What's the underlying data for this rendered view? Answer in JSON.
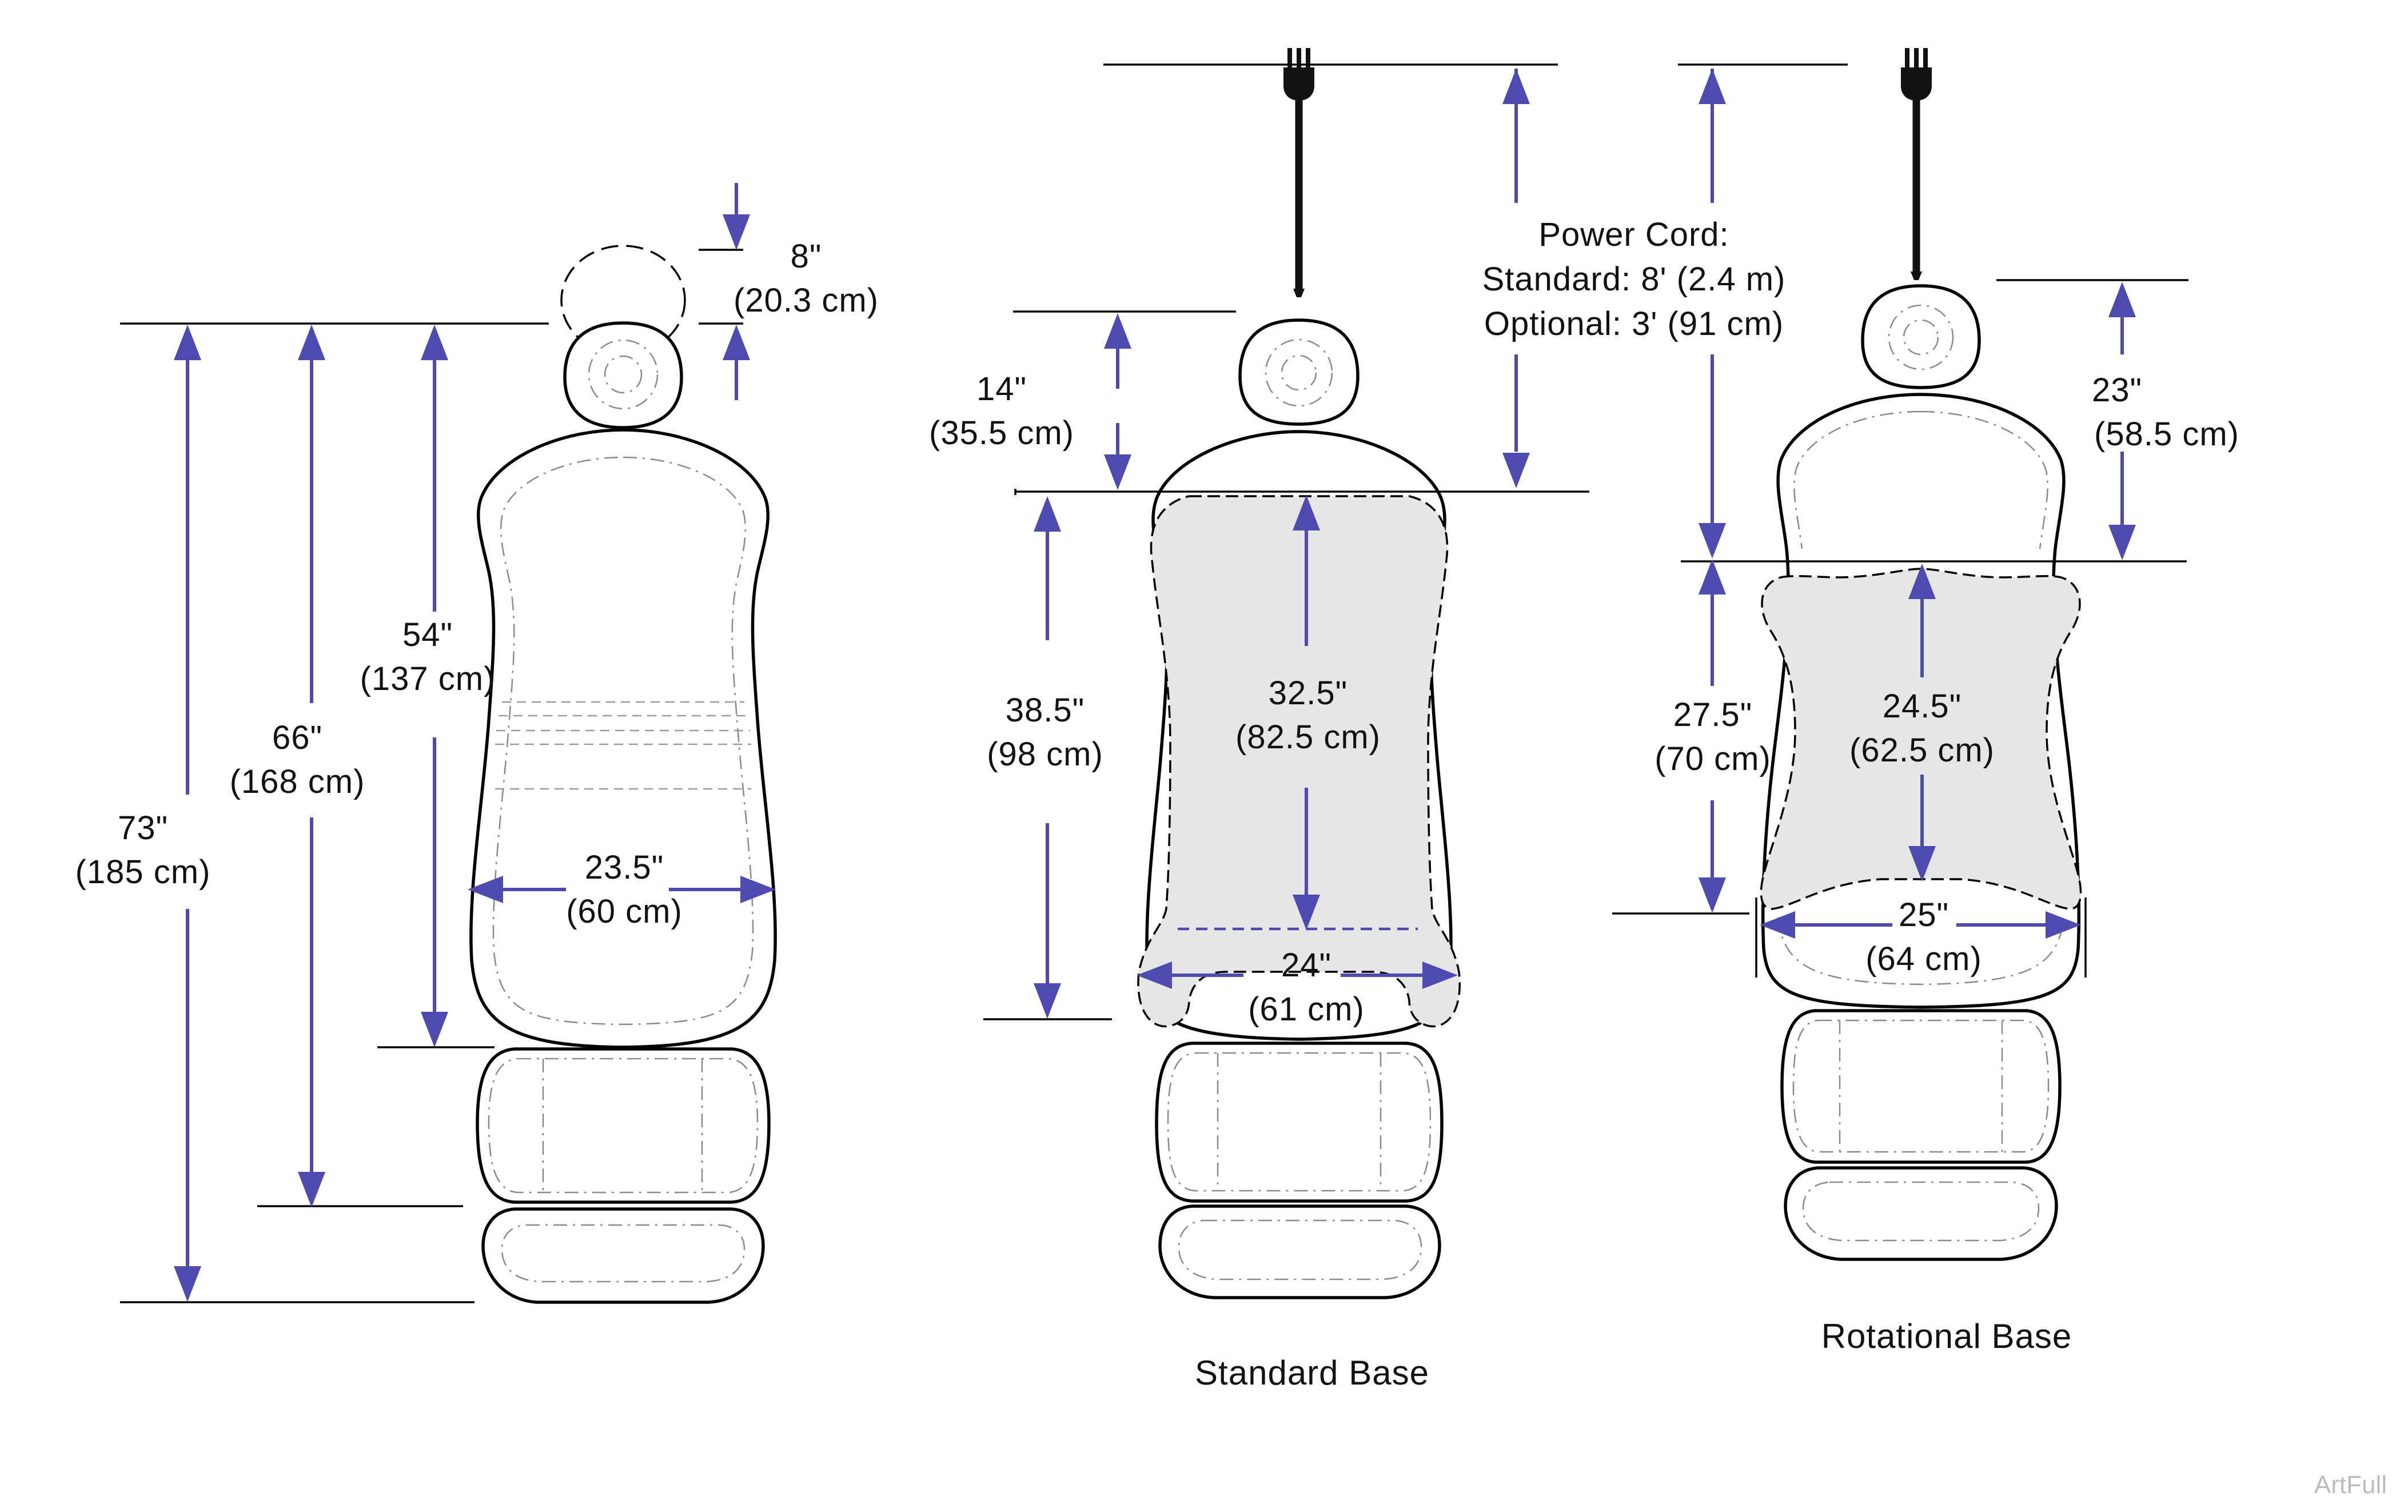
{
  "dimensions": {
    "head_extension": {
      "imperial": "8\"",
      "metric": "(20.3 cm)"
    },
    "backrest_54": {
      "imperial": "54\"",
      "metric": "(137 cm)"
    },
    "seat_66": {
      "imperial": "66\"",
      "metric": "(168 cm)"
    },
    "overall_73": {
      "imperial": "73\"",
      "metric": "(185 cm)"
    },
    "chair_width": {
      "imperial": "23.5\"",
      "metric": "(60 cm)"
    },
    "standard_height_14": {
      "imperial": "14\"",
      "metric": "(35.5 cm)"
    },
    "standard_height_38": {
      "imperial": "38.5\"",
      "metric": "(98 cm)"
    },
    "standard_base_length": {
      "imperial": "32.5\"",
      "metric": "(82.5 cm)"
    },
    "standard_base_width": {
      "imperial": "24\"",
      "metric": "(61 cm)"
    },
    "rotational_height_23": {
      "imperial": "23\"",
      "metric": "(58.5 cm)"
    },
    "rotational_height_27": {
      "imperial": "27.5\"",
      "metric": "(70 cm)"
    },
    "rotational_base_length": {
      "imperial": "24.5\"",
      "metric": "(62.5 cm)"
    },
    "rotational_base_width": {
      "imperial": "25\"",
      "metric": "(64 cm)"
    }
  },
  "power_cord": {
    "title": "Power Cord:",
    "standard": "Standard: 8' (2.4 m)",
    "optional": "Optional: 3' (91 cm)"
  },
  "captions": {
    "standard_base": "Standard Base",
    "rotational_base": "Rotational Base"
  },
  "watermark": "ArtFull",
  "colors": {
    "dimension_arrows": "#4e4ab0",
    "base_footprint_fill": "#e6e6e6",
    "outline": "#000000"
  }
}
